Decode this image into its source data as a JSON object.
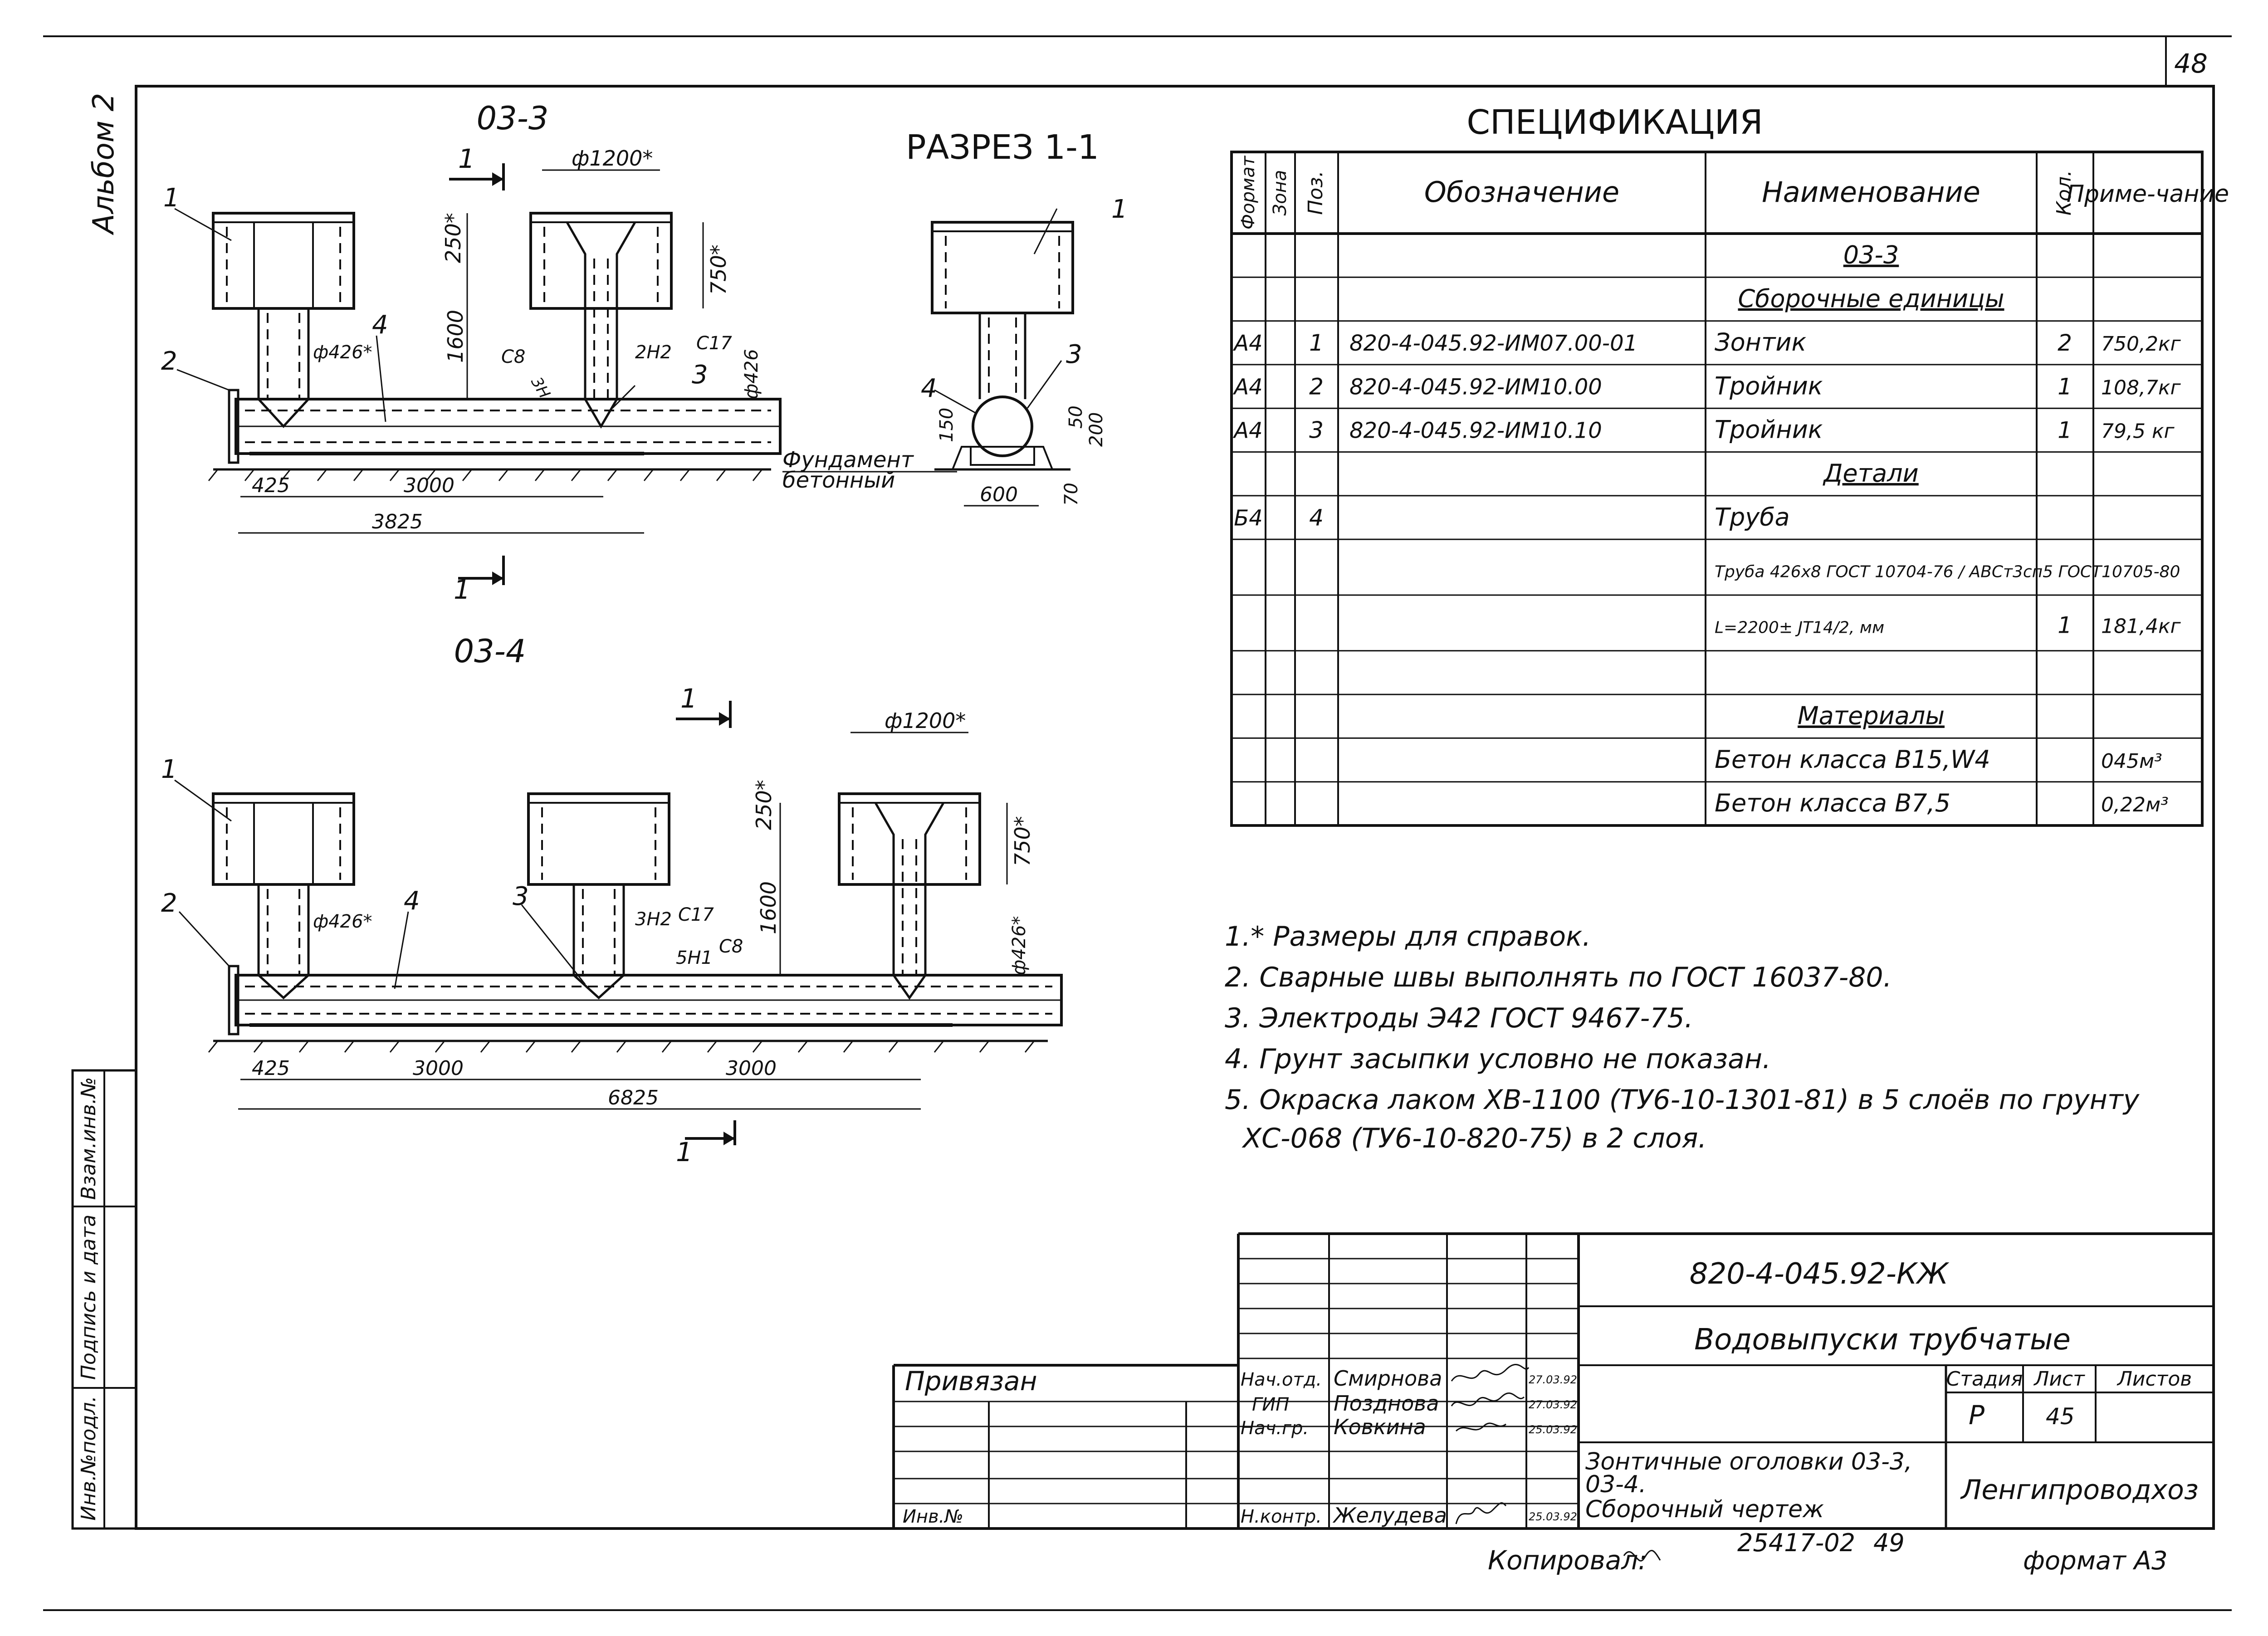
{
  "sheet_number": "48",
  "album_label": "Альбом 2",
  "left_strip": [
    "Инв.№подл.",
    "Подпись и дата",
    "Взам.инв.№"
  ],
  "drawing_03_3": {
    "title": "03-3",
    "section_mark": "1",
    "dims": {
      "d1200": "ф1200*",
      "h250": "250*",
      "h750": "750*",
      "h1600": "1600",
      "d426a": "ф426*",
      "d426b": "ф426",
      "d425": "425",
      "d3000": "3000",
      "d3825": "3825"
    },
    "weld_notes": {
      "c8": "С8",
      "n3": "3Н",
      "n2": "2Н2",
      "c17": "С17"
    },
    "positions": [
      "1",
      "2",
      "3",
      "4"
    ]
  },
  "section_1_1": {
    "title": "РАЗРЕЗ 1-1",
    "dims": {
      "d150": "150",
      "d50": "50",
      "d200": "200",
      "d600": "600",
      "d70": "70"
    },
    "foundation_label": [
      "Фундамент",
      "бетонный"
    ],
    "positions": [
      "1",
      "3",
      "4"
    ]
  },
  "drawing_03_4": {
    "title": "03-4",
    "section_mark": "1",
    "dims": {
      "d1200": "ф1200*",
      "h250": "250*",
      "h750": "750*",
      "h1600": "1600",
      "d426a": "ф426*",
      "d426b": "ф426*",
      "d425": "425",
      "d3000a": "3000",
      "d3000b": "3000",
      "d6825": "6825"
    },
    "weld_notes": {
      "n3": "3Н2",
      "c17": "С17",
      "n5": "5Н1",
      "c8": "С8"
    },
    "positions": [
      "1",
      "2",
      "3",
      "4"
    ]
  },
  "spec": {
    "title": "СПЕЦИФИКАЦИЯ",
    "headers": {
      "format": "Формат",
      "zone": "Зона",
      "pos": "Поз.",
      "designation": "Обозначение",
      "name": "Наименование",
      "qty": "Кол.",
      "note": "Приме-чание"
    },
    "rows": [
      {
        "format": "",
        "pos": "",
        "designation": "",
        "name": "03-3",
        "qty": "",
        "note": "",
        "underline": true
      },
      {
        "format": "",
        "pos": "",
        "designation": "",
        "name": "Сборочные единицы",
        "qty": "",
        "note": "",
        "underline": true
      },
      {
        "format": "А4",
        "pos": "1",
        "designation": "820-4-045.92-ИМ07.00-01",
        "name": "Зонтик",
        "qty": "2",
        "note": "750,2кг"
      },
      {
        "format": "А4",
        "pos": "2",
        "designation": "820-4-045.92-ИМ10.00",
        "name": "Тройник",
        "qty": "1",
        "note": "108,7кг"
      },
      {
        "format": "А4",
        "pos": "3",
        "designation": "820-4-045.92-ИМ10.10",
        "name": "Тройник",
        "qty": "1",
        "note": "79,5 кг"
      },
      {
        "format": "",
        "pos": "",
        "designation": "",
        "name": "Детали",
        "qty": "",
        "note": "",
        "underline": true
      },
      {
        "format": "Б4",
        "pos": "4",
        "designation": "",
        "name": "Труба",
        "qty": "",
        "note": ""
      },
      {
        "format": "",
        "pos": "",
        "designation": "",
        "name": "Труба 426х8 ГОСТ 10704-76 / АВСт3сп5 ГОСТ10705-80",
        "qty": "",
        "note": ""
      },
      {
        "format": "",
        "pos": "",
        "designation": "",
        "name": "L=2200± JT14/2, мм",
        "qty": "1",
        "note": "181,4кг"
      },
      {
        "format": "",
        "pos": "",
        "designation": "",
        "name": "",
        "qty": "",
        "note": ""
      },
      {
        "format": "",
        "pos": "",
        "designation": "",
        "name": "Материалы",
        "qty": "",
        "note": "",
        "underline": true
      },
      {
        "format": "",
        "pos": "",
        "designation": "",
        "name": "Бетон класса В15,W4",
        "qty": "",
        "note": "045м³"
      },
      {
        "format": "",
        "pos": "",
        "designation": "",
        "name": "Бетон класса В7,5",
        "qty": "",
        "note": "0,22м³"
      }
    ]
  },
  "notes": [
    "1.* Размеры для справок.",
    "2. Сварные швы выполнять по ГОСТ 16037-80.",
    "3. Электроды Э42 ГОСТ 9467-75.",
    "4. Грунт засыпки условно не показан.",
    "5. Окраска лаком ХВ-1100 (ТУ6-10-1301-81) в 5 слоёв по грунту",
    "ХС-068 (ТУ6-10-820-75) в 2 слоя."
  ],
  "stamp": {
    "doc_code": "820-4-045.92-КЖ",
    "title": "Водовыпуски трубчатые",
    "privyazan": "Привязан",
    "inv_no": "Инв.№",
    "stage_label": "Стадия",
    "sheet_label": "Лист",
    "sheets_label": "Листов",
    "stage": "Р",
    "sheet": "45",
    "subject": [
      "Зонтичные оголовки 03-3,",
      "03-4.",
      "Сборочный чертеж"
    ],
    "org": "Ленгипроводхоз",
    "people": [
      {
        "role": "Нач.отд.",
        "name": "Смирнова",
        "date": "27.03.92"
      },
      {
        "role": "ГИП",
        "name": "Позднова",
        "date": "27.03.92"
      },
      {
        "role": "Нач.гр.",
        "name": "Ковкина",
        "date": "25.03.92"
      },
      {
        "role": "Н.контр.",
        "name": "Желудева",
        "date": "25.03.92"
      }
    ]
  },
  "footer": {
    "copied": "Копировал:",
    "number": "25417-02",
    "page": "49",
    "format": "формат А3"
  }
}
